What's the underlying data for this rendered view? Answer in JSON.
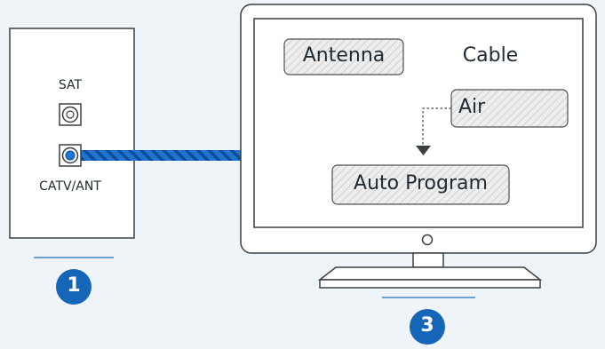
{
  "wall_plate": {
    "sat_label": "SAT",
    "catv_label": "CATV/ANT"
  },
  "tv_menu": {
    "antenna": "Antenna",
    "cable": "Cable",
    "air": "Air",
    "auto_program": "Auto Program"
  },
  "steps": {
    "step_1": "1",
    "step_3": "3"
  },
  "colors": {
    "accent": "#1a6fc4",
    "badge": "#1565b8",
    "outline": "#3a3f44"
  }
}
